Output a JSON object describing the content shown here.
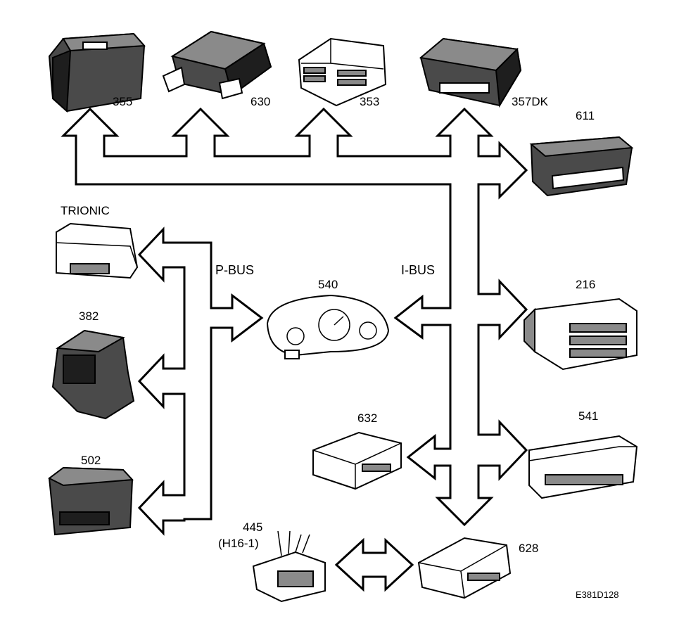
{
  "buses": {
    "p_bus": "P-BUS",
    "i_bus": "I-BUS"
  },
  "modules": {
    "m355": "355",
    "m630": "630",
    "m353": "353",
    "m357dk": "357DK",
    "m611": "611",
    "trionic": "TRIONIC",
    "m382": "382",
    "m502": "502",
    "m540": "540",
    "m216": "216",
    "m632": "632",
    "m541": "541",
    "m445": "445",
    "m445_sub": "(H16-1)",
    "m628": "628"
  },
  "reference": "E381D128"
}
